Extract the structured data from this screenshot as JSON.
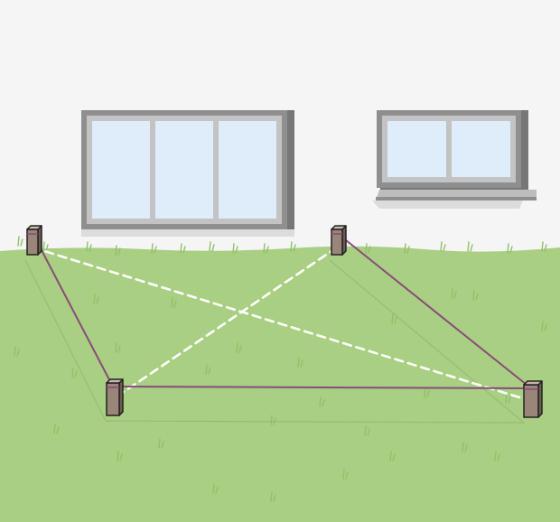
{
  "scene": {
    "wall_color": "#f5f5f5",
    "lawn_color": "#a8cf82",
    "grass_tuft_color": "#92c06d",
    "window_frame_color": "#8f8f8f",
    "window_frame_shadow": "#777777",
    "window_inner_frame": "#c3c3c3",
    "glass_color": "#dfedfb",
    "sill_color": "#bdbdbd",
    "post_color": "#9a8579",
    "post_outline": "#222222",
    "string_color": "#8a4b7d",
    "diagonal_color": "#ffffff",
    "shadow_color": "#dcdcdc"
  },
  "windows": [
    {
      "name": "wide-window",
      "panes": 3
    },
    {
      "name": "small-window",
      "panes": 2
    }
  ],
  "stakes": [
    {
      "name": "stake-back-left"
    },
    {
      "name": "stake-back-right"
    },
    {
      "name": "stake-front-left"
    },
    {
      "name": "stake-front-right"
    }
  ],
  "strings": [
    {
      "name": "string-left-side",
      "from": 0,
      "to": 2
    },
    {
      "name": "string-front-side",
      "from": 2,
      "to": 3
    },
    {
      "name": "string-right-side",
      "from": 1,
      "to": 3
    }
  ],
  "diagonals": [
    {
      "name": "diagonal-back-left-to-front-right",
      "from": 0,
      "to": 3
    },
    {
      "name": "diagonal-back-right-to-front-left",
      "from": 1,
      "to": 2
    }
  ]
}
